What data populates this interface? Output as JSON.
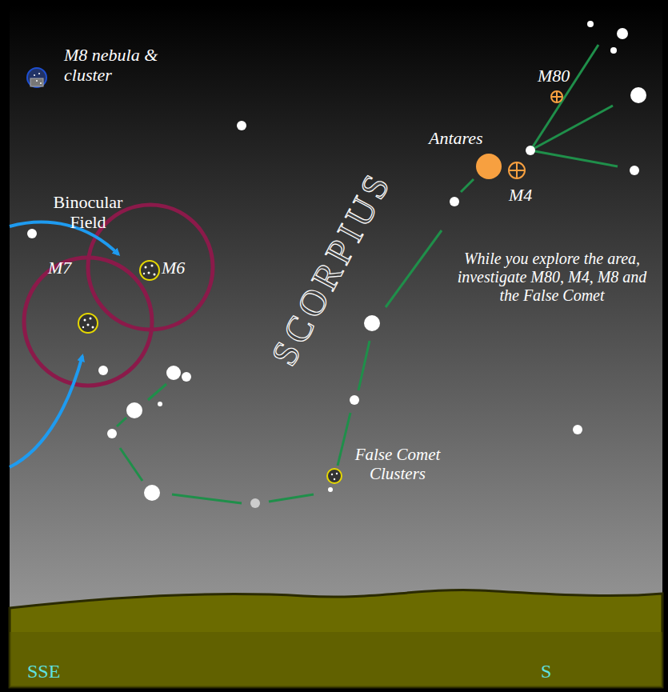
{
  "diagram": {
    "labels": [
      "M8 nebula & cluster",
      "M80",
      "Antares",
      "M4",
      "Binocular Field",
      "M7",
      "M6",
      "SCORPIUS",
      "While you explore the area, investigate M80, M4, M8 and the False Comet",
      "False Comet Clusters",
      "SSE",
      "S"
    ]
  }
}
